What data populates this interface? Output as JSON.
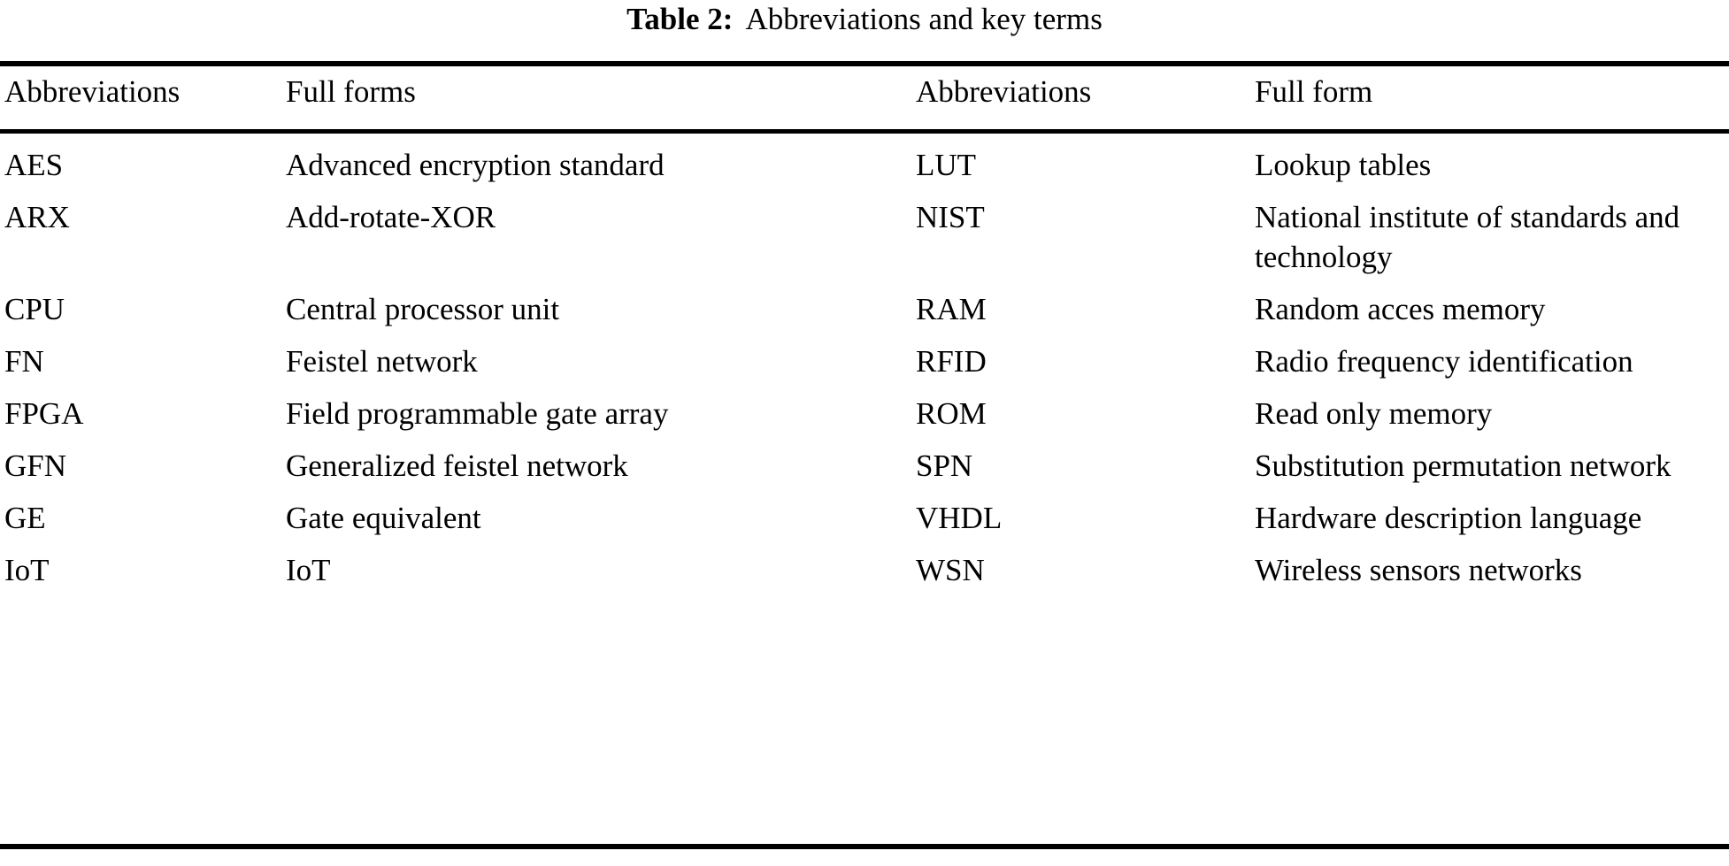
{
  "caption": {
    "label": "Table 2:",
    "text": "Abbreviations and key terms"
  },
  "table": {
    "headers": [
      "Abbreviations",
      "Full forms",
      "Abbreviations",
      "Full form"
    ],
    "rows": [
      {
        "abbr_left": "AES",
        "full_left": "Advanced encryption standard",
        "abbr_right": "LUT",
        "full_right": "Lookup tables"
      },
      {
        "abbr_left": "ARX",
        "full_left": "Add-rotate-XOR",
        "abbr_right": "NIST",
        "full_right": "National institute of standards and technology"
      },
      {
        "abbr_left": "CPU",
        "full_left": "Central processor unit",
        "abbr_right": "RAM",
        "full_right": "Random acces memory"
      },
      {
        "abbr_left": "FN",
        "full_left": "Feistel network",
        "abbr_right": "RFID",
        "full_right": "Radio frequency identification"
      },
      {
        "abbr_left": "FPGA",
        "full_left": "Field programmable gate array",
        "abbr_right": "ROM",
        "full_right": "Read only memory"
      },
      {
        "abbr_left": "GFN",
        "full_left": "Generalized feistel network",
        "abbr_right": "SPN",
        "full_right": "Substitution permutation network"
      },
      {
        "abbr_left": "GE",
        "full_left": "Gate equivalent",
        "abbr_right": "VHDL",
        "full_right": "Hardware description language"
      },
      {
        "abbr_left": "IoT",
        "full_left": "IoT",
        "abbr_right": "WSN",
        "full_right": "Wireless sensors networks"
      }
    ]
  },
  "style": {
    "text_color": "#000000",
    "rule_color": "#000000",
    "background": "#ffffff"
  }
}
